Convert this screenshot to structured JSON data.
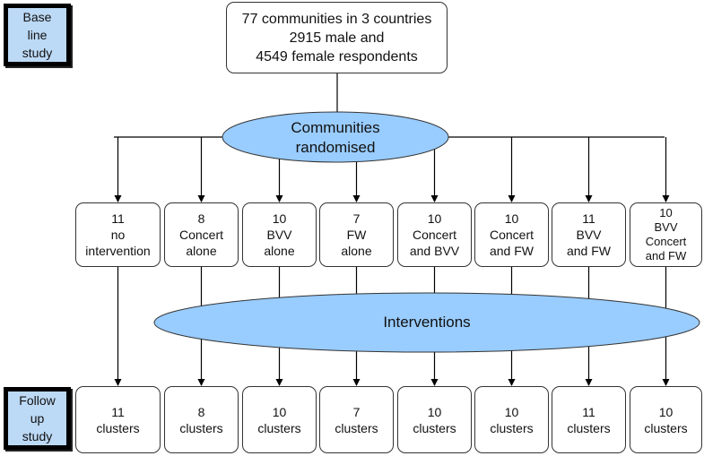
{
  "side_labels": {
    "baseline": "Base\nline\nstudy",
    "followup": "Follow\nup\nstudy"
  },
  "top_box": "77 communities in 3 countries\n2915 male and\n4549 female respondents",
  "randomised_label": "Communities\nrandomised",
  "interventions_label": "Interventions",
  "arms": [
    {
      "label": "11\nno\nintervention",
      "clusters": "11\nclusters"
    },
    {
      "label": "8\nConcert\nalone",
      "clusters": "8\nclusters"
    },
    {
      "label": "10\nBVV\nalone",
      "clusters": "10\nclusters"
    },
    {
      "label": "7\nFW\nalone",
      "clusters": "7\nclusters"
    },
    {
      "label": "10\nConcert\nand BVV",
      "clusters": "10\nclusters"
    },
    {
      "label": "10\nConcert\nand FW",
      "clusters": "10\nclusters"
    },
    {
      "label": "11\nBVV\nand FW",
      "clusters": "11\nclusters"
    },
    {
      "label": "10\nBVV\nConcert\nand FW",
      "clusters": "10\nclusters"
    }
  ],
  "colors": {
    "ellipse_fill": "#99ccff",
    "side_fill": "#bcd9f5",
    "line": "#000000"
  }
}
